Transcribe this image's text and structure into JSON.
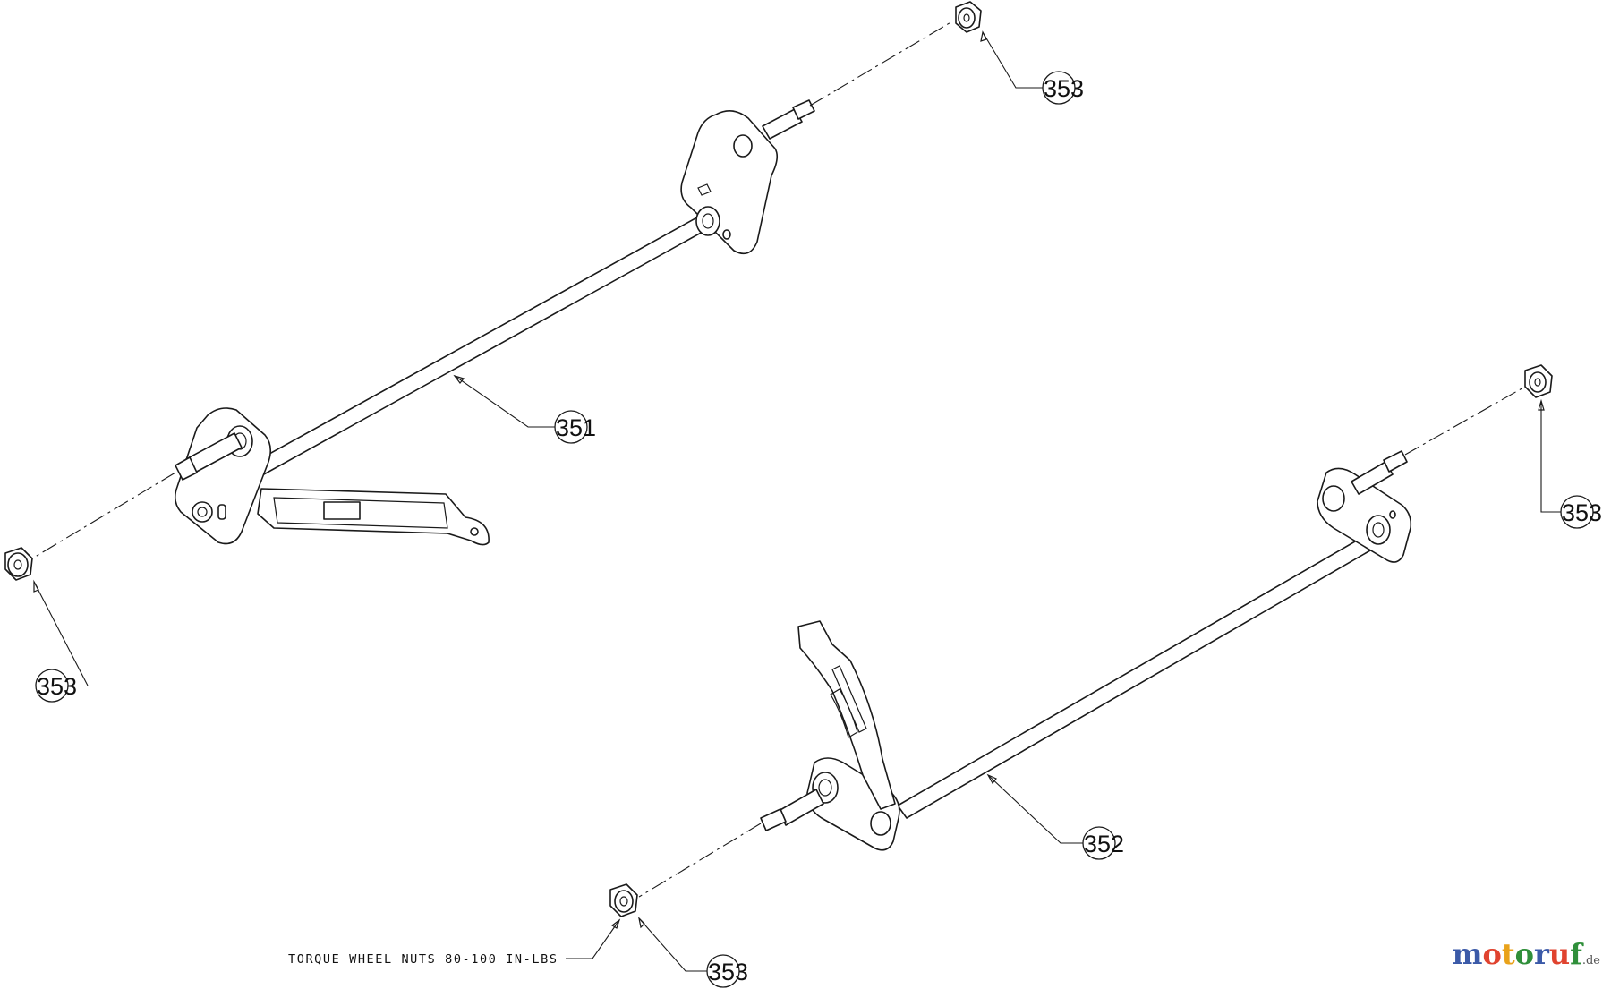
{
  "callouts": {
    "c351": "351",
    "c352": "352",
    "c353_top": "353",
    "c353_right": "353",
    "c353_left": "353",
    "c353_bottom": "353"
  },
  "note": "TORQUE WHEEL NUTS 80-100 IN-LBS",
  "logo": {
    "letters": [
      "m",
      "o",
      "t",
      "o",
      "r",
      "u",
      "f"
    ],
    "tld": ".de",
    "colors": [
      "#3b5aa8",
      "#e0432f",
      "#e9a21a",
      "#2f8f3a",
      "#3b5aa8",
      "#e0432f",
      "#2f8f3a"
    ]
  }
}
